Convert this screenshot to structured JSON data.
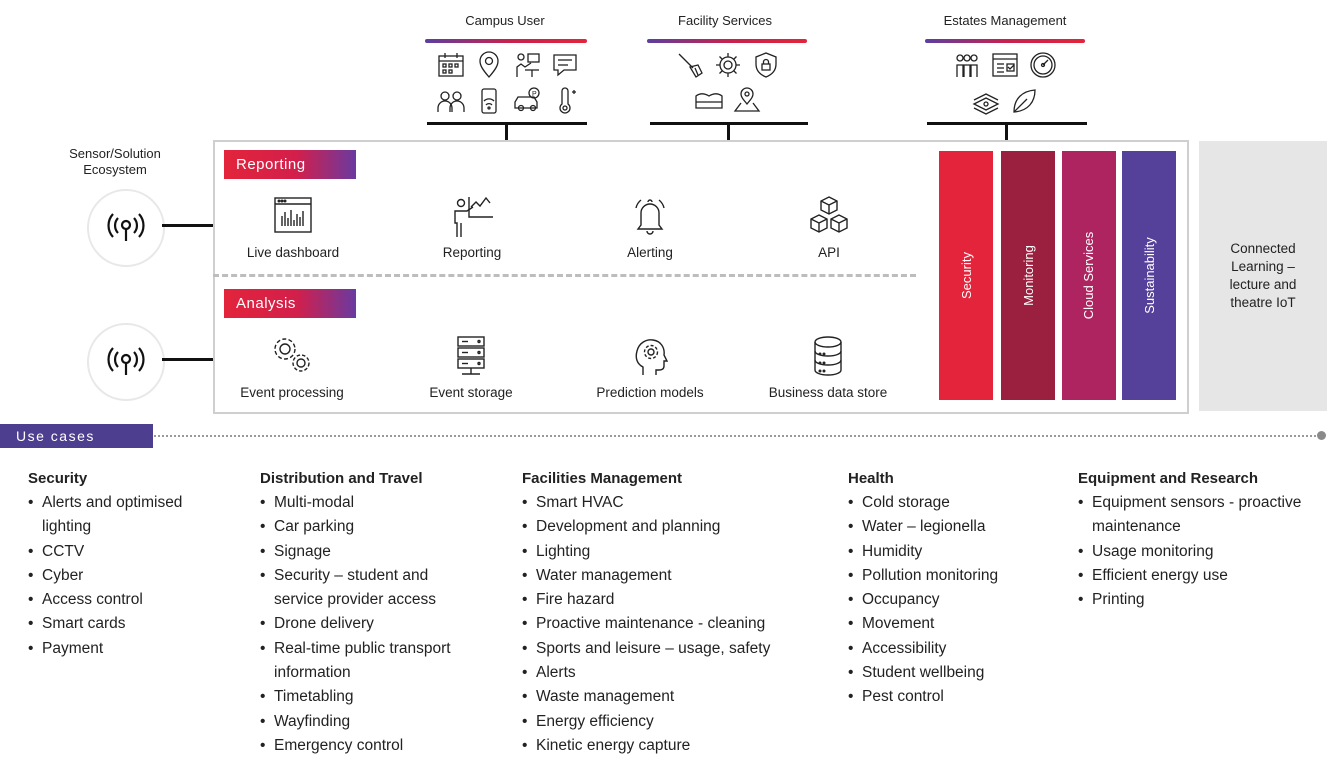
{
  "stakeholders": [
    {
      "title": "Campus User",
      "icons": [
        "calendar-icon",
        "location-pin-icon",
        "lecture-presenter-icon",
        "chat-message-icon",
        "group-people-icon",
        "mobile-wifi-icon",
        "car-parking-icon",
        "thermometer-icon"
      ]
    },
    {
      "title": "Facility Services",
      "icons": [
        "cleaning-broom-icon",
        "gear-icon",
        "security-shield-icon",
        "hvac-unit-icon",
        "map-location-icon"
      ]
    },
    {
      "title": "Estates Management",
      "icons": [
        "team-people-icon",
        "checklist-form-icon",
        "speedometer-icon",
        "money-stack-icon",
        "leaf-icon"
      ]
    }
  ],
  "ecosystem": {
    "label": "Sensor/Solution Ecosystem"
  },
  "reporting": {
    "tag": "Reporting",
    "items": [
      {
        "label": "Live dashboard",
        "icon": "dashboard-icon"
      },
      {
        "label": "Reporting",
        "icon": "presentation-chart-icon"
      },
      {
        "label": "Alerting",
        "icon": "bell-icon"
      },
      {
        "label": "API",
        "icon": "cubes-icon"
      }
    ]
  },
  "analysis": {
    "tag": "Analysis",
    "items": [
      {
        "label": "Event processing",
        "icon": "gears-icon"
      },
      {
        "label": "Event storage",
        "icon": "server-rack-icon"
      },
      {
        "label": "Prediction models",
        "icon": "head-gear-icon"
      },
      {
        "label": "Business data store",
        "icon": "database-icon"
      }
    ]
  },
  "pillars": [
    {
      "label": "Security",
      "color": "#e3243b"
    },
    {
      "label": "Monitoring",
      "color": "#9b1f3f"
    },
    {
      "label": "Cloud Services",
      "color": "#ad2460"
    },
    {
      "label": "Sustainability",
      "color": "#55409a"
    }
  ],
  "connected": {
    "label": "Connected Learning – lecture and theatre IoT"
  },
  "use_cases": {
    "tag": "Use cases",
    "columns": [
      {
        "title": "Security",
        "items": [
          "Alerts and optimised lighting",
          "CCTV",
          "Cyber",
          "Access control",
          "Smart cards",
          "Payment"
        ]
      },
      {
        "title": "Distribution and Travel",
        "items": [
          "Multi-modal",
          "Car parking",
          "Signage",
          "Security – student and service provider access",
          "Drone delivery",
          "Real-time public transport information",
          "Timetabling",
          "Wayfinding",
          "Emergency control"
        ]
      },
      {
        "title": "Facilities Management",
        "items": [
          "Smart HVAC",
          "Development and planning",
          "Lighting",
          "Water management",
          "Fire hazard",
          "Proactive maintenance - cleaning",
          "Sports and leisure – usage, safety",
          "Alerts",
          "Waste management",
          "Energy efficiency",
          "Kinetic energy capture"
        ]
      },
      {
        "title": "Health",
        "items": [
          "Cold storage",
          "Water – legionella",
          "Humidity",
          "Pollution monitoring",
          "Occupancy",
          "Movement",
          "Accessibility",
          "Student wellbeing",
          "Pest control"
        ]
      },
      {
        "title": "Equipment and Research",
        "items": [
          "Equipment sensors - proactive maintenance",
          "Usage monitoring",
          "Efficient energy use",
          "Printing"
        ]
      }
    ]
  },
  "colors": {
    "accent_red": "#e3243b",
    "accent_purple": "#4d3e8f"
  }
}
